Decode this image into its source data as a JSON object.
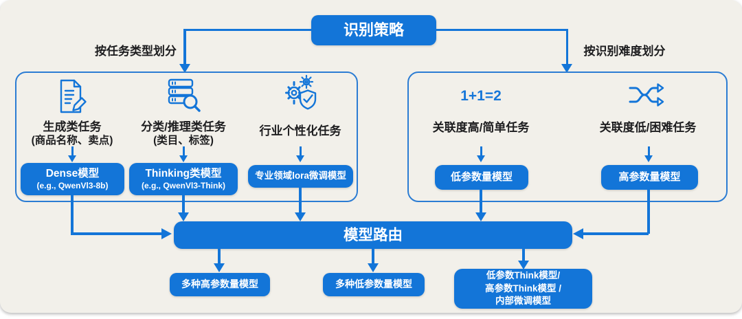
{
  "colors": {
    "primary_blue": "#1375d8",
    "border_blue": "#2b7cd3",
    "text_dark": "#1d1d1f",
    "background": "#f2f0ea",
    "formula_blue": "#1677d9"
  },
  "root_node": {
    "label": "识别策略"
  },
  "branch_labels": {
    "left": "按任务类型划分",
    "right": "按识别难度划分"
  },
  "task_type_group": {
    "columns": [
      {
        "icon": "document-pencil-icon",
        "task_line1": "生成类任务",
        "task_line2": "(商品名称、卖点)",
        "model_line1": "Dense模型",
        "model_line2": "(e.g., QwenVl3-8b)"
      },
      {
        "icon": "database-search-icon",
        "task_line1": "分类/推理类任务",
        "task_line2": "(类目、标签)",
        "model_line1": "Thinking类模型",
        "model_line2": "(e.g., QwenVl3-Think)"
      },
      {
        "icon": "gears-shield-icon",
        "task_line1": "行业个性化任务",
        "model_line1": "专业领域lora微调模型"
      }
    ]
  },
  "difficulty_group": {
    "columns": [
      {
        "icon": "formula-text",
        "formula": "1+1=2",
        "task": "关联度高/简单任务",
        "model": "低参数量模型"
      },
      {
        "icon": "shuffle-icon",
        "task": "关联度低/困难任务",
        "model": "高参数量模型"
      }
    ]
  },
  "router_node": {
    "label": "模型路由"
  },
  "output_nodes": [
    {
      "line1": "多种高参数量模型"
    },
    {
      "line1": "多种低参数量模型"
    },
    {
      "line1": "低参数Think模型/",
      "line2": "高参数Think模型 /",
      "line3": "内部微调模型"
    }
  ]
}
